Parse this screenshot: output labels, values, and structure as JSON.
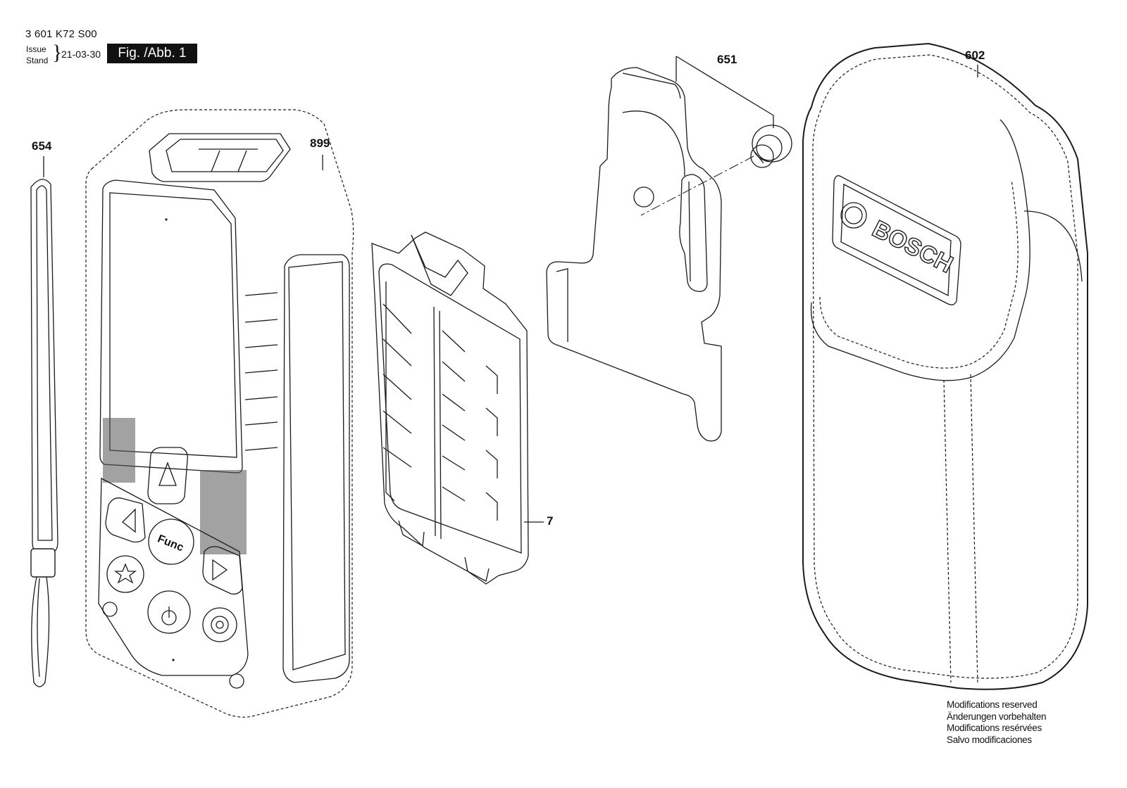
{
  "header": {
    "part_number": "3 601 K72 S00",
    "issue_label": "Issue",
    "stand_label": "Stand",
    "date": "21-03-30",
    "figure_label": "Fig. /Abb. 1"
  },
  "callouts": {
    "strap": "654",
    "device": "899",
    "battery_cover": "7",
    "clip": "651",
    "pouch": "602"
  },
  "device_text": {
    "func_key": "Func",
    "brand": "BOSCH"
  },
  "notes": [
    "Modifications reserved",
    "Änderungen vorbehalten",
    "Modifications resérvées",
    "Salvo modificaciones"
  ]
}
